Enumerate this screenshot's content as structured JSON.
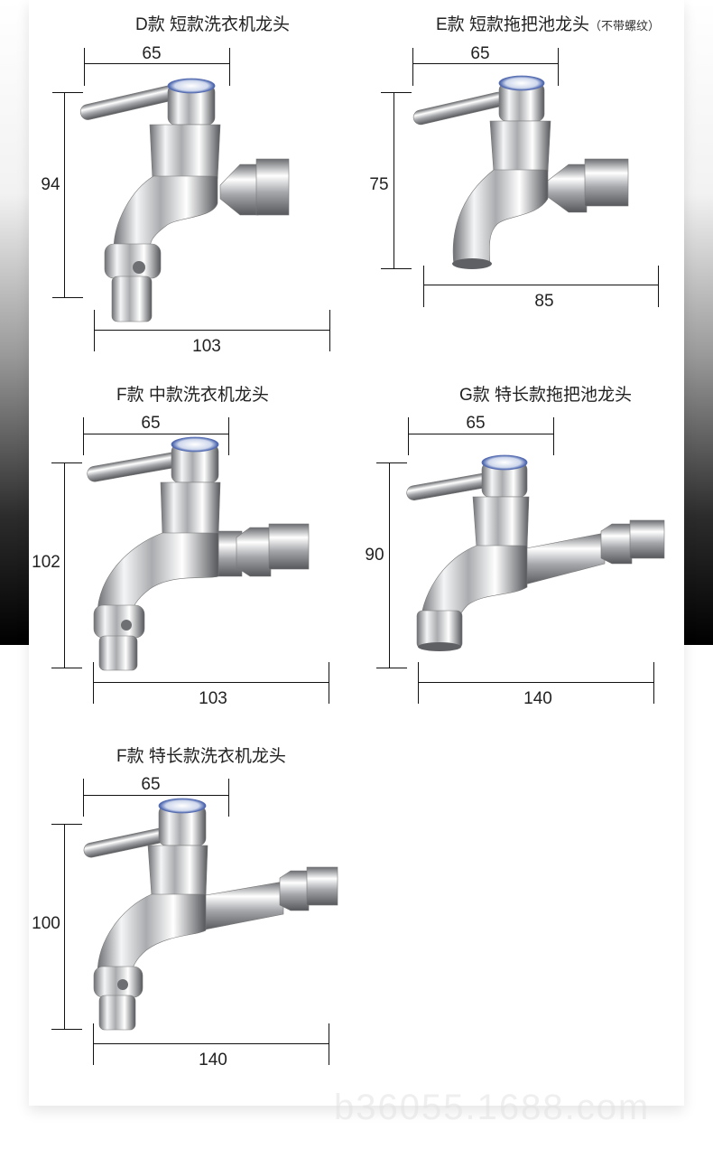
{
  "watermark": "b36055.1688.com",
  "products": [
    {
      "id": "D",
      "title": "D款 短款洗衣机龙头",
      "top_width": "65",
      "height": "94",
      "base_width": "103"
    },
    {
      "id": "E",
      "title": "E款 短款拖把池龙头",
      "note": "（不带螺纹）",
      "top_width": "65",
      "height": "75",
      "base_width": "85"
    },
    {
      "id": "F",
      "title": "F款 中款洗衣机龙头",
      "top_width": "65",
      "height": "102",
      "base_width": "103"
    },
    {
      "id": "G",
      "title": "G款 特长款拖把池龙头",
      "top_width": "65",
      "height": "90",
      "base_width": "140"
    },
    {
      "id": "F2",
      "title": "F款 特长款洗衣机龙头",
      "top_width": "65",
      "height": "100",
      "base_width": "140"
    }
  ]
}
